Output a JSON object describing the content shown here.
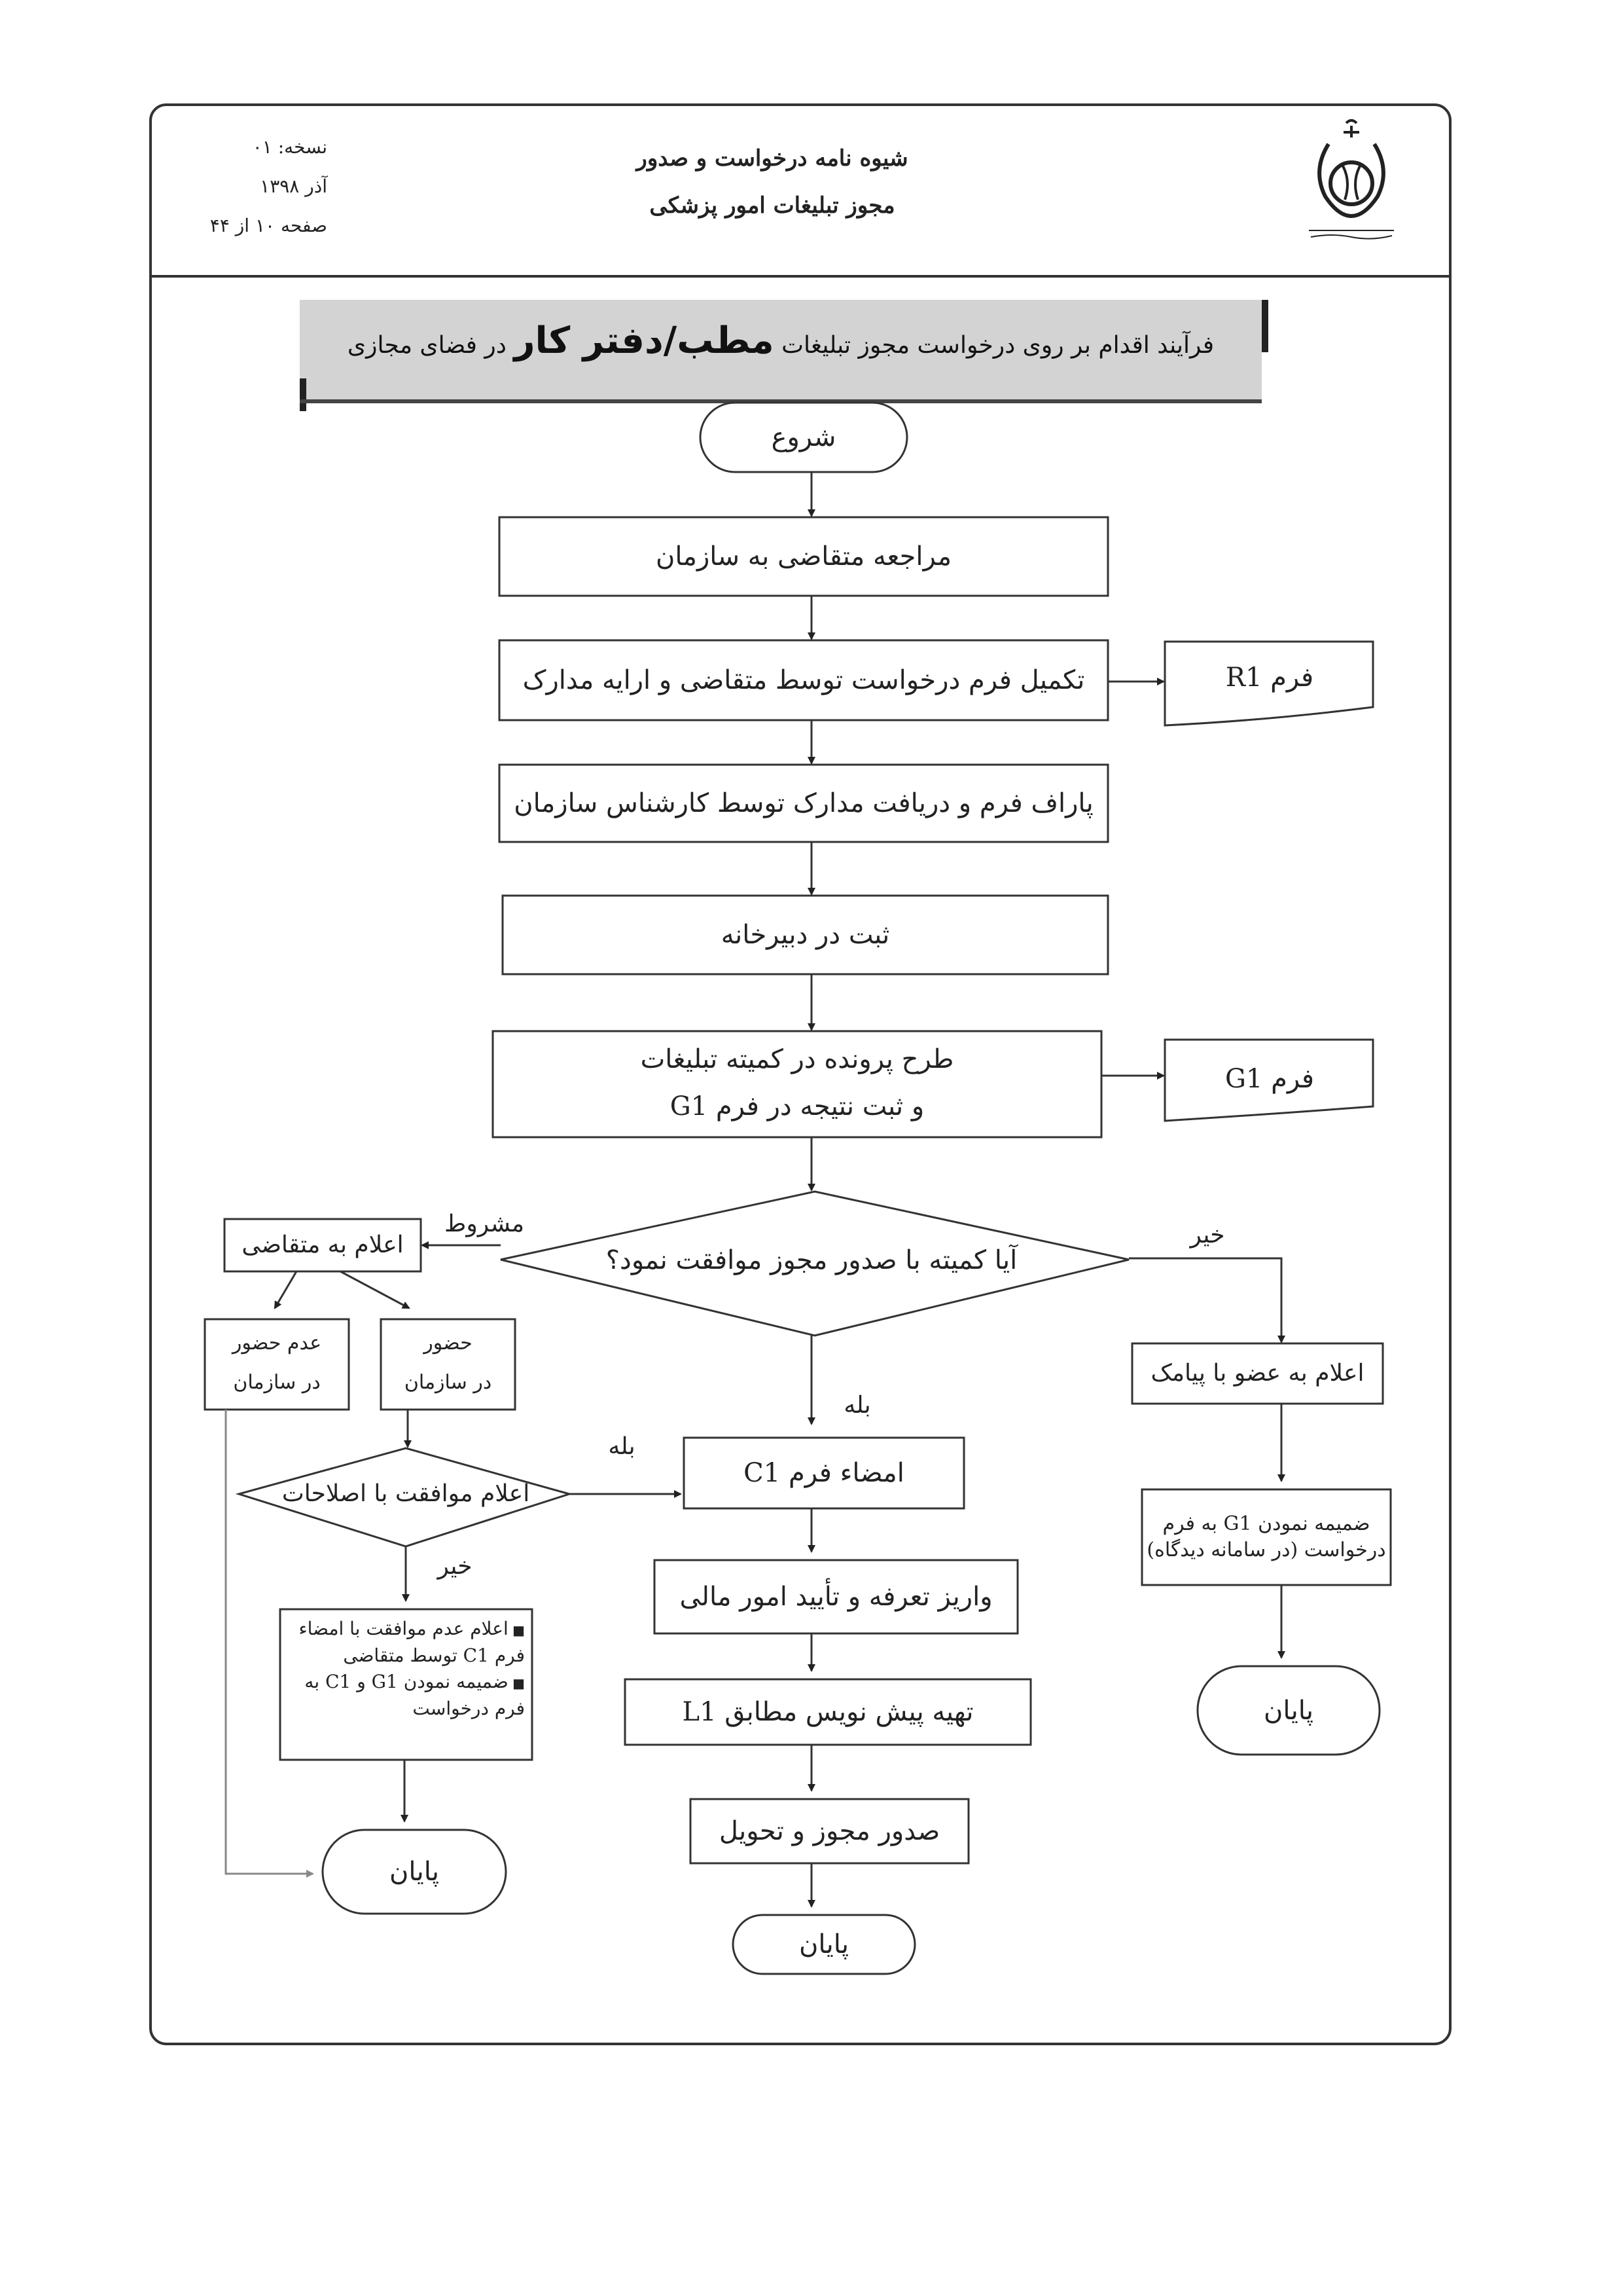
{
  "header": {
    "title_line1": "شیوه نامه درخواست و صدور",
    "title_line2": "مجوز تبلیغات امور پزشکی",
    "version": "نسخه: ۰۱",
    "date": "آذر ۱۳۹۸",
    "page": "صفحه ۱۰ از ۴۴",
    "logo_icon": "irfda-emblem-icon"
  },
  "banner": {
    "pre": "فرآیند اقدام بر روی درخواست مجوز تبلیغات",
    "emphasis": "مطب/دفتر کار",
    "post": "در فضای مجازی"
  },
  "nodes": {
    "start": "شروع",
    "s1": "مراجعه متقاضی به سازمان",
    "s2": "تکمیل فرم درخواست توسط متقاضی و ارایه مدارک",
    "form_r1": "فرم R1",
    "s3": "پاراف فرم و دریافت مدارک توسط کارشناس سازمان",
    "s4": "ثبت در دبیرخانه",
    "s5_line1": "طرح پرونده در کمیته تبلیغات",
    "s5_line2": "و ثبت نتیجه در فرم G1",
    "form_g1": "فرم G1",
    "decision1": "آیا کمیته با صدور مجوز موافقت نمود؟",
    "label_conditional": "مشروط",
    "label_no": "خیر",
    "label_yes": "بله",
    "notify_applicant": "اعلام به متقاضی",
    "absent_line1": "عدم حضور",
    "absent_line2": "در سازمان",
    "present_line1": "حضور",
    "present_line2": "در سازمان",
    "decision2": "اعلام موافقت با اصلاحات",
    "label_yes2": "بله",
    "label_no2": "خیر",
    "reject_item1": "اعلام عدم موافقت با امضاء فرم C1 توسط متقاضی",
    "reject_item2": "ضمیمه نمودن G1 و C1 به فرم درخواست",
    "sms_notify": "اعلام به عضو با پیامک",
    "attach_g1": "ضمیمه نمودن G1 به فرم درخواست (در سامانه دیدگاه)",
    "sign_c1": "امضاء فرم C1",
    "payment": "واریز تعرفه و تأیید امور مالی",
    "draft_l1": "تهیه پیش نویس مطابق L1",
    "issue": "صدور مجوز و تحویل",
    "end": "پایان"
  }
}
